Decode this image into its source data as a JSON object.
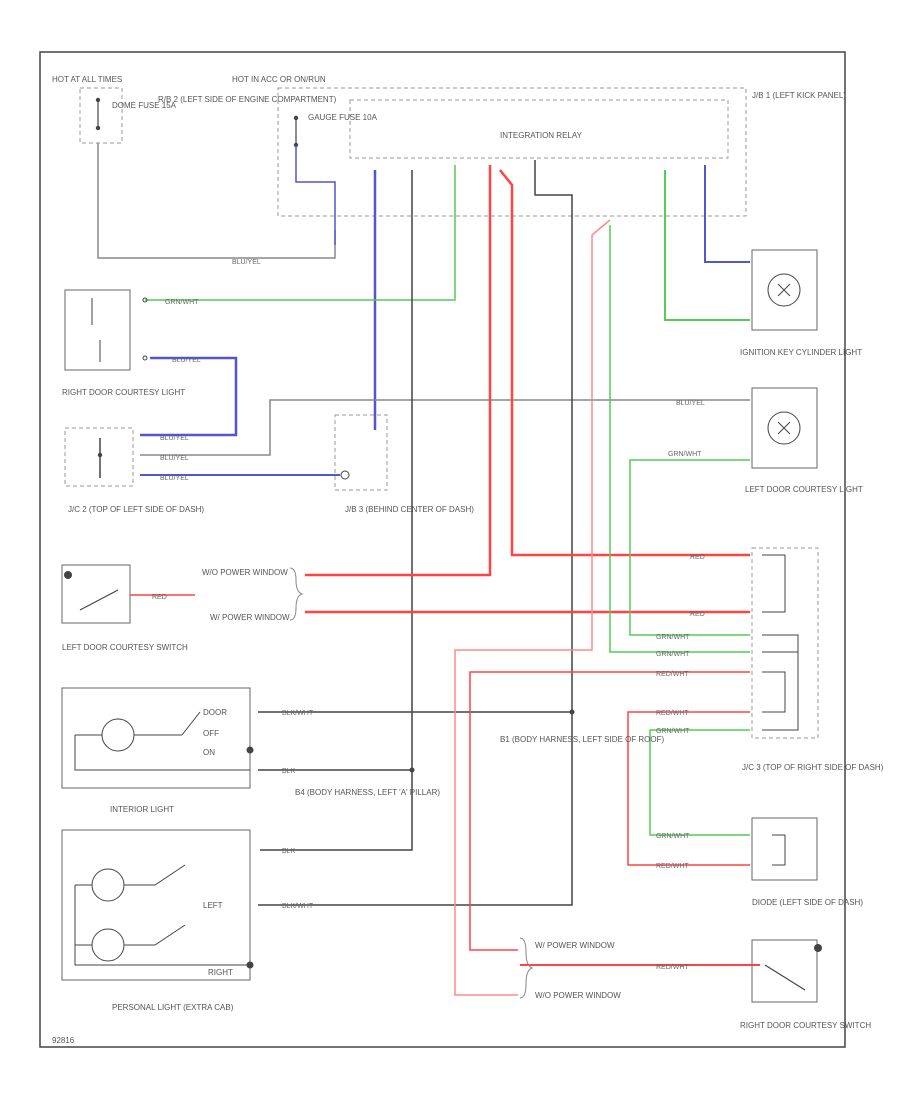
{
  "colors": {
    "blk": "#444444",
    "blu": "#5555cc",
    "red": "#ff4444",
    "pink": "#ff8888",
    "grn": "#55cc55",
    "gry": "#888888",
    "dash": "#999999"
  },
  "labels": {
    "hot_all": "HOT AT ALL TIMES",
    "hot_acc": "HOT IN ACC OR ON/RUN",
    "dome_fuse": "DOME FUSE 15A",
    "fb2": "R/B 2 (LEFT SIDE OF ENGINE COMPARTMENT)",
    "gauge_fuse": "GAUGE FUSE 10A",
    "jb1": "J/B 1 (LEFT KICK PANEL)",
    "integration_relay": "INTEGRATION RELAY",
    "right_door_courtesy_light": "RIGHT DOOR COURTESY LIGHT",
    "jc2": "J/C 2 (TOP OF LEFT SIDE OF DASH)",
    "jb3": "J/B 3 (BEHIND CENTER OF DASH)",
    "ignition_key_light": "IGNITION KEY CYLINDER LIGHT",
    "left_door_courtesy_light": "LEFT DOOR COURTESY LIGHT",
    "left_door_courtesy_switch": "LEFT DOOR COURTESY SWITCH",
    "wo_power_window": "W/O POWER WINDOW",
    "w_power_window": "W/ POWER WINDOW",
    "jc3": "J/C 3 (TOP OF RIGHT SIDE OF DASH)",
    "interior_light": "INTERIOR LIGHT",
    "door": "DOOR",
    "off": "OFF",
    "on": "ON",
    "b4": "B4 (BODY HARNESS, LEFT 'A' PILLAR)",
    "b1": "B1 (BODY HARNESS, LEFT SIDE OF ROOF)",
    "personal_light": "PERSONAL LIGHT (EXTRA CAB)",
    "left": "LEFT",
    "right": "RIGHT",
    "diode": "DIODE (LEFT SIDE OF DASH)",
    "right_door_courtesy_switch": "RIGHT DOOR COURTESY SWITCH",
    "code": "92816"
  },
  "wires": {
    "blu_yel": "BLU/YEL",
    "grn_wht": "GRN/WHT",
    "red": "RED",
    "red_wht": "RED/WHT",
    "blk_wht": "BLK/WHT",
    "blk": "BLK"
  }
}
